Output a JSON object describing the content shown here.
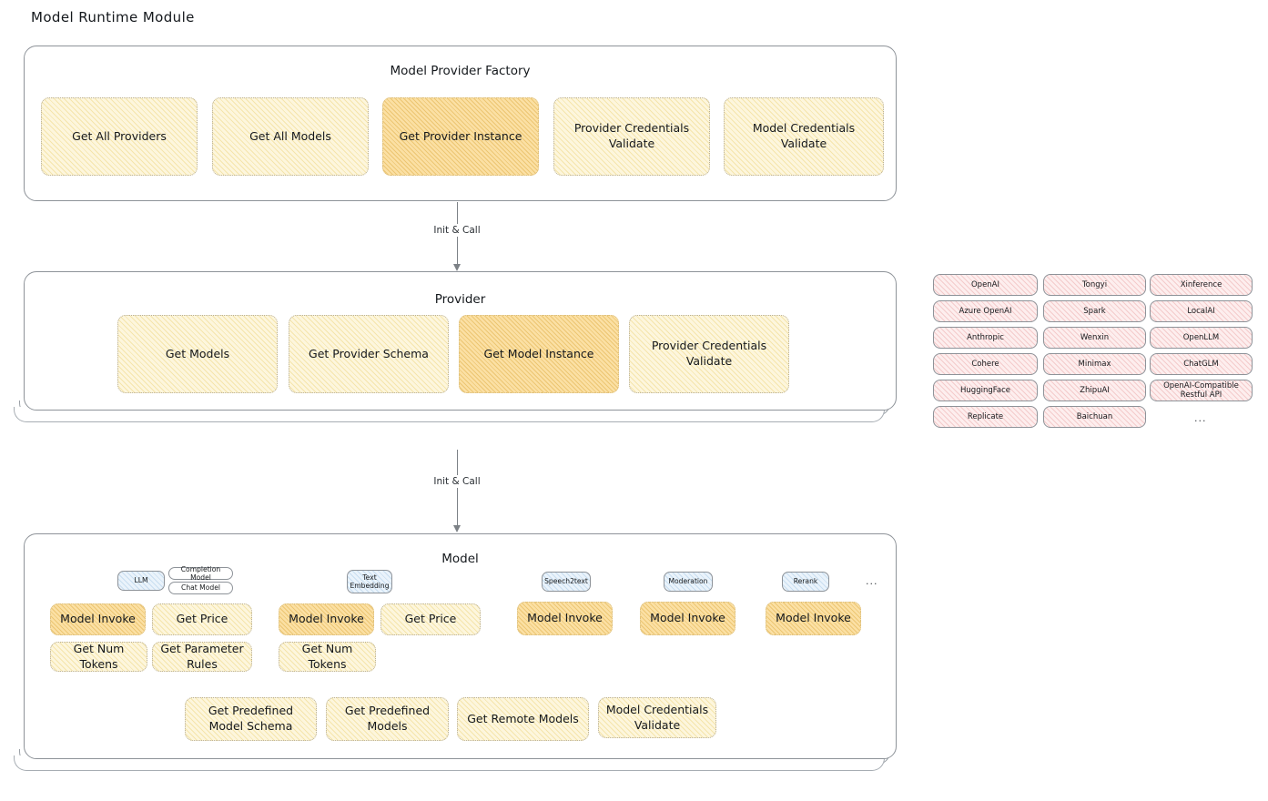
{
  "title": "Model Runtime Module",
  "factory": {
    "title": "Model Provider Factory",
    "cards": [
      {
        "label": "Get All Providers",
        "highlight": false
      },
      {
        "label": "Get All Models",
        "highlight": false
      },
      {
        "label": "Get Provider Instance",
        "highlight": true
      },
      {
        "label": "Provider Credentials Validate",
        "highlight": false
      },
      {
        "label": "Model Credentials Validate",
        "highlight": false
      }
    ]
  },
  "arrows": [
    {
      "label": "Init & Call"
    },
    {
      "label": "Init & Call"
    }
  ],
  "provider": {
    "title": "Provider",
    "cards": [
      {
        "label": "Get Models",
        "highlight": false
      },
      {
        "label": "Get Provider Schema",
        "highlight": false
      },
      {
        "label": "Get Model Instance",
        "highlight": true
      },
      {
        "label": "Provider Credentials Validate",
        "highlight": false
      }
    ]
  },
  "provider_list": {
    "columns": [
      [
        "OpenAI",
        "Azure OpenAI",
        "Anthropic",
        "Cohere",
        "HuggingFace",
        "Replicate"
      ],
      [
        "Tongyi",
        "Spark",
        "Wenxin",
        "Minimax",
        "ZhipuAI",
        "Baichuan"
      ],
      [
        "Xinference",
        "LocalAI",
        "OpenLLM",
        "ChatGLM",
        "OpenAI-Compatible Restful API"
      ]
    ],
    "more": "..."
  },
  "model": {
    "title": "Model",
    "more": "...",
    "types": [
      {
        "badge": "LLM",
        "sub_badges": [
          "Completion Model",
          "Chat Model"
        ],
        "cards": [
          {
            "label": "Model Invoke",
            "highlight": true
          },
          {
            "label": "Get Price",
            "highlight": false
          },
          {
            "label": "Get Num Tokens",
            "highlight": false
          },
          {
            "label": "Get Parameter Rules",
            "highlight": false
          }
        ]
      },
      {
        "badge": "Text Embedding",
        "sub_badges": [],
        "cards": [
          {
            "label": "Model Invoke",
            "highlight": true
          },
          {
            "label": "Get Price",
            "highlight": false
          },
          {
            "label": "Get Num Tokens",
            "highlight": false
          }
        ]
      },
      {
        "badge": "Speech2text",
        "sub_badges": [],
        "cards": [
          {
            "label": "Model Invoke",
            "highlight": true
          }
        ]
      },
      {
        "badge": "Moderation",
        "sub_badges": [],
        "cards": [
          {
            "label": "Model Invoke",
            "highlight": true
          }
        ]
      },
      {
        "badge": "Rerank",
        "sub_badges": [],
        "cards": [
          {
            "label": "Model Invoke",
            "highlight": true
          }
        ]
      }
    ],
    "common_cards": [
      {
        "label": "Get Predefined Model Schema"
      },
      {
        "label": "Get Predefined Models"
      },
      {
        "label": "Get Remote Models"
      },
      {
        "label": "Model Credentials Validate"
      }
    ]
  },
  "colors": {
    "card_fill": "#fdf6dd",
    "card_highlight_fill": "#fbe0a4",
    "chip_fill": "#fdeeee",
    "badge_fill": "#eaf3fb",
    "stroke": "#8e9399"
  }
}
